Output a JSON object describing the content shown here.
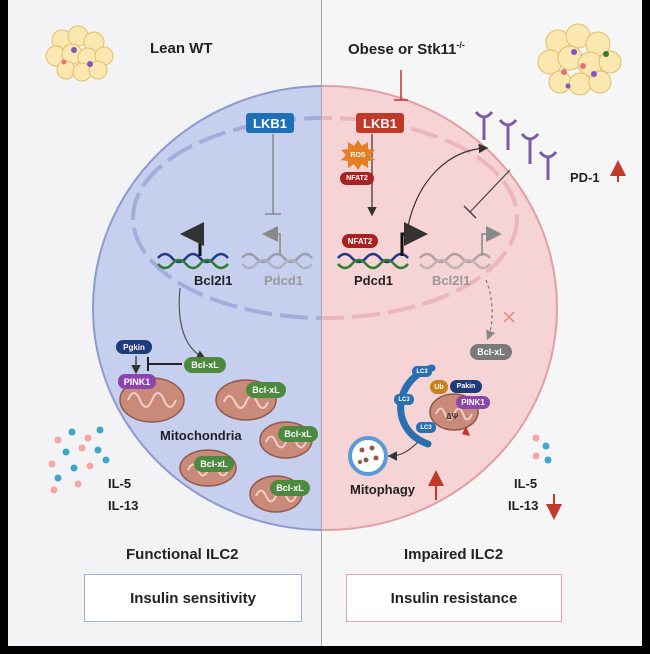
{
  "left": {
    "title": "Lean WT",
    "lkb1": "LKB1",
    "gene_active": "Bcl2l1",
    "gene_inactive": "Pdcd1",
    "pgkin": "Pgkin",
    "pink1": "PINK1",
    "bclxl": "Bcl-xL",
    "mitochondria": "Mitochondria",
    "il5": "IL-5",
    "il13": "IL-13",
    "status": "Functional ILC2",
    "outcome": "Insulin sensitivity"
  },
  "right": {
    "title": "Obese or Stk11",
    "title_sup": "-/-",
    "lkb1": "LKB1",
    "ros": "ROS",
    "nfat2": "NFAT2",
    "nfat2_dna": "NFAT2",
    "gene_active": "Pdcd1",
    "gene_inactive": "Bcl2l1",
    "bclxl": "Bcl-xL",
    "pd1": "PD-1",
    "lc3_a": "LC3",
    "lc3_b": "LC3",
    "lc3_c": "LC3",
    "ub": "Ub",
    "pakin": "Pakin",
    "pink1": "PINK1",
    "delta_psi": "ΔΨ",
    "mitophagy": "Mitophagy",
    "il5": "IL-5",
    "il13": "IL-13",
    "status": "Impaired ILC2",
    "outcome": "Insulin resistance"
  },
  "colors": {
    "left_cell": "#c7cfee",
    "right_cell": "#f6d3d4",
    "lkb1_left": "#1d6fb8",
    "lkb1_right": "#c0392b",
    "bclxl": "#4d8a3f",
    "pink1": "#8e44ad",
    "pgkin": "#1f3b7a",
    "nfat2": "#a82020",
    "mito": "#c98a7a",
    "up_down_arrow": "#c0392b"
  }
}
